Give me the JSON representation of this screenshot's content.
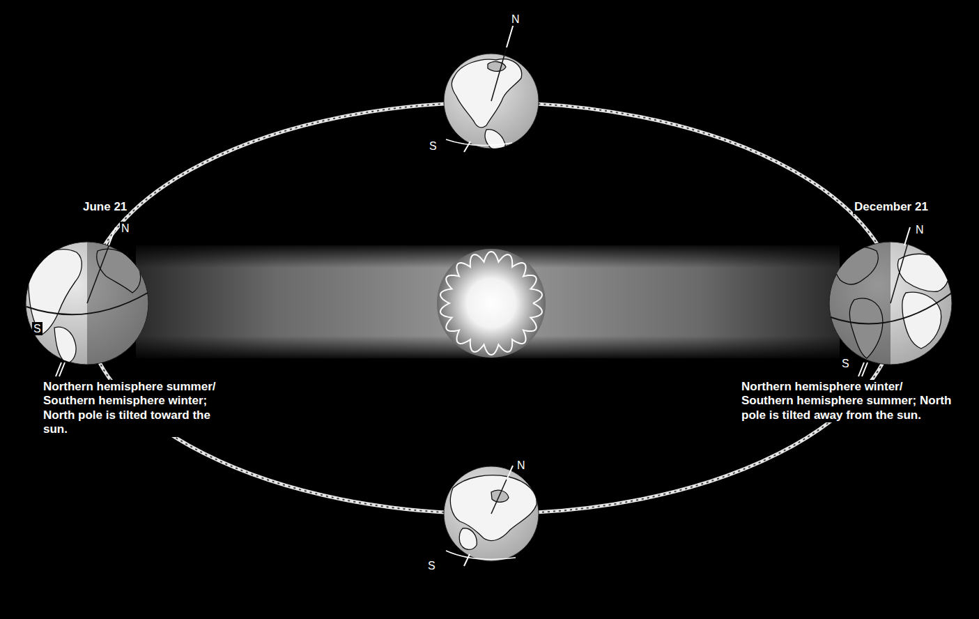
{
  "diagram": {
    "labels": [
      "N",
      "S",
      "June 21",
      "December 21",
      "N",
      "N",
      "S",
      "S",
      "Northern hemisphere summer/ Southern hemisphere winter; North pole is tilted toward the sun.",
      "Northern hemisphere winter/ Southern hemisphere summer; North pole is tilted away from the sun.",
      "N",
      "S"
    ]
  }
}
